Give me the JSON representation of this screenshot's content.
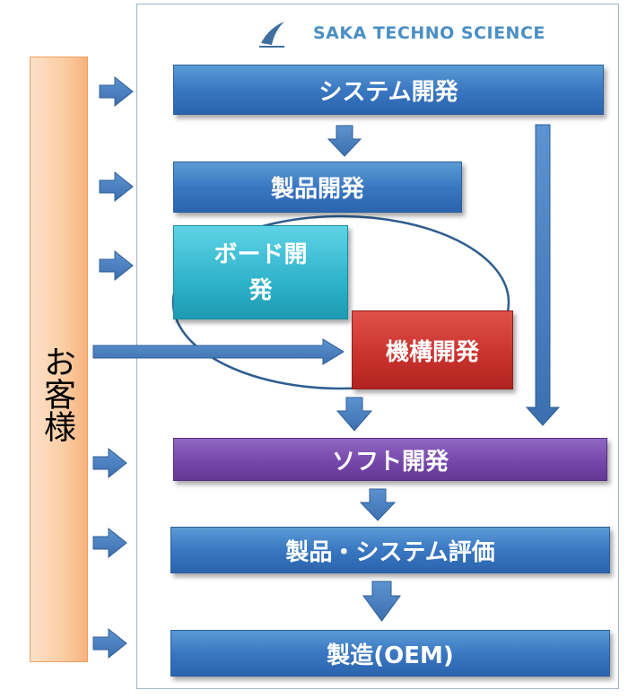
{
  "brand": {
    "name": "SAKA TECHNO SCIENCE",
    "logo_icon": "logo-icon"
  },
  "customer": {
    "label": "お客様"
  },
  "boxes": {
    "system_dev": "システム開発",
    "product_dev": "製品開発",
    "board_dev": "ボード開発",
    "mechanism_dev": "機構開発",
    "software_dev": "ソフト開発",
    "evaluation": "製品・システム評価",
    "manufacturing": "製造(OEM)"
  },
  "colors": {
    "blue": "#3a77c2",
    "teal": "#2fb3cb",
    "red": "#c8312c",
    "purple": "#7445a8",
    "customer": "#fbcfa6",
    "arrow": "#4a80c0"
  }
}
